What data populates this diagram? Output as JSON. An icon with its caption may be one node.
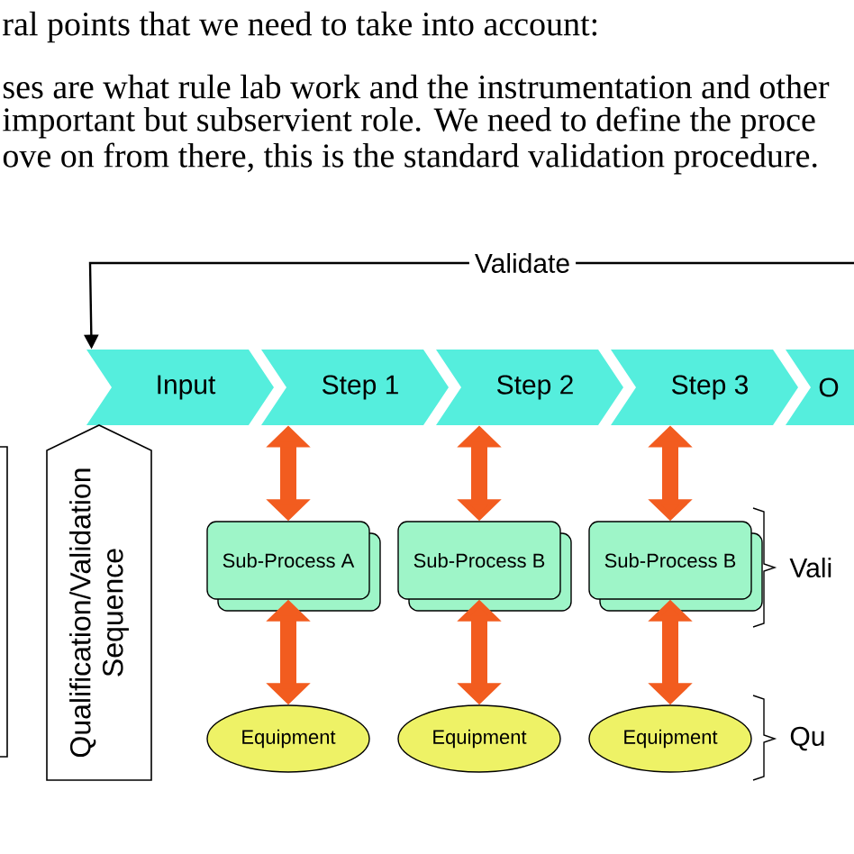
{
  "diagram": {
    "nodes": [
      {
        "text": [
          "Input"
        ]
      },
      {
        "text": [
          "Step 1"
        ]
      },
      {
        "text": [
          "Step 2"
        ]
      },
      {
        "text": [
          "Step 3"
        ]
      },
      {
        "text": [
          "O"
        ]
      },
      {
        "text": [
          "Qualification/Validation Sequence"
        ]
      },
      {
        "text": [
          "Sub-Process A"
        ]
      },
      {
        "text": [
          "Sub-Process B"
        ]
      },
      {
        "text": [
          "Sub-Process B"
        ]
      },
      {
        "text": [
          "Equipment"
        ]
      },
      {
        "text": [
          "Equipment"
        ]
      },
      {
        "text": [
          "Equipment"
        ]
      }
    ],
    "edges": [
      {
        "from": 1,
        "to": 6,
        "arrow": "both"
      },
      {
        "from": 2,
        "to": 7,
        "arrow": "both"
      },
      {
        "from": 3,
        "to": 8,
        "arrow": "both"
      },
      {
        "from": 6,
        "to": 9,
        "arrow": "both"
      },
      {
        "from": 7,
        "to": 10,
        "arrow": "both"
      },
      {
        "from": 8,
        "to": 11,
        "arrow": "both"
      },
      {
        "from": null,
        "to": 0,
        "arrow": "to",
        "label": "Validate",
        "color": "#000000"
      }
    ],
    "labels": [
      "ral points that we need to take into account:",
      "ses are what rule lab work and the instrumentation and other",
      "important but subservient role.  We need to define the proce",
      "ove on from there, this is the standard validation procedure.",
      "Vali",
      "Qu"
    ]
  }
}
